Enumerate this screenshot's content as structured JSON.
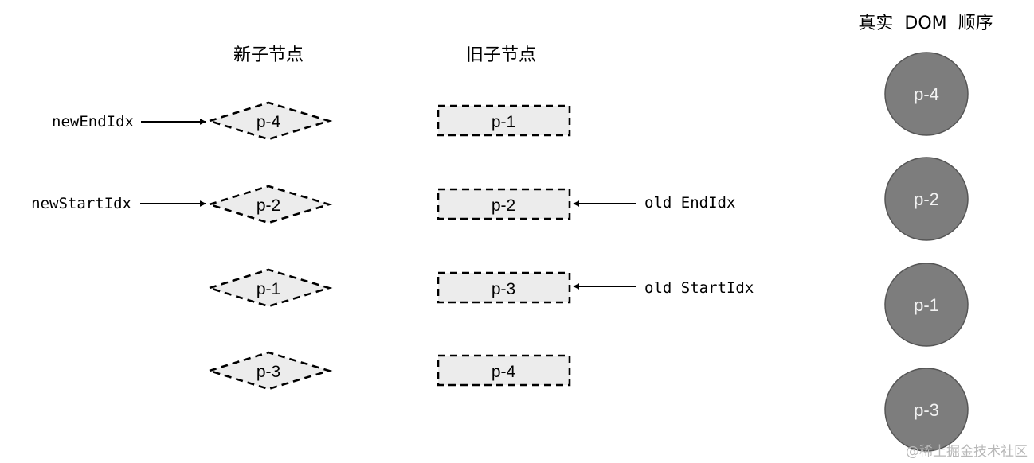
{
  "headings": {
    "new_children": "新子节点",
    "old_children": "旧子节点",
    "real_dom_order": "真实  DOM  顺序"
  },
  "new_children": [
    "p-4",
    "p-2",
    "p-1",
    "p-3"
  ],
  "old_children": [
    "p-1",
    "p-2",
    "p-3",
    "p-4"
  ],
  "real_dom": [
    "p-4",
    "p-2",
    "p-1",
    "p-3"
  ],
  "pointers": {
    "new_end": {
      "label": "newEndIdx",
      "index": 0
    },
    "new_start": {
      "label": "newStartIdx",
      "index": 1
    },
    "old_end": {
      "label": "old EndIdx",
      "index": 1
    },
    "old_start": {
      "label": "old StartIdx",
      "index": 2
    }
  },
  "watermark": "@稀土掘金技术社区",
  "colors": {
    "node_fill": "#ececec",
    "dom_fill": "#7d7d7d"
  }
}
